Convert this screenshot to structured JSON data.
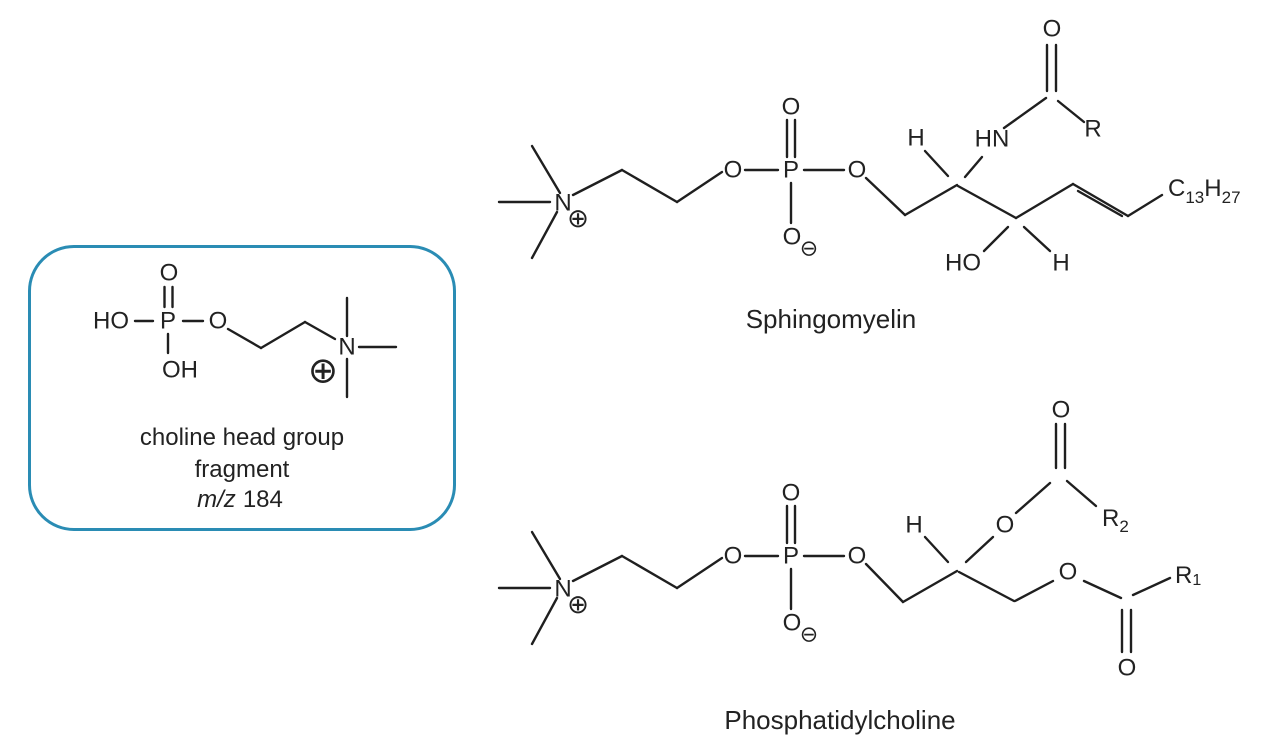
{
  "icons": {
    "positive_charge": "⊕",
    "negative_charge": "⊖"
  },
  "fragment_box": {
    "atoms": {
      "o_double": "O",
      "ho": "HO",
      "p": "P",
      "o_bridge": "O",
      "oh": "OH",
      "n": "N"
    },
    "caption_line1": "choline head group",
    "caption_line2": "fragment",
    "mz_italic": "m/z",
    "mz_value": "184"
  },
  "sphingomyelin": {
    "title": "Sphingomyelin",
    "atoms": {
      "n": "N",
      "o_bridge_left": "O",
      "p": "P",
      "o_double": "O",
      "o_minus": "O",
      "o_bridge_right": "O",
      "h_c2": "H",
      "hn": "HN",
      "o_amide": "O",
      "r": "R",
      "ho": "HO",
      "h_c3": "H",
      "chain_c": "C",
      "chain_c_sub": "13",
      "chain_h": "H",
      "chain_h_sub": "27"
    }
  },
  "phosphatidylcholine": {
    "title": "Phosphatidylcholine",
    "atoms": {
      "n": "N",
      "o_bridge_left": "O",
      "p": "P",
      "o_double": "O",
      "o_minus": "O",
      "o_bridge_right": "O",
      "h_c2": "H",
      "o_ester_sn2": "O",
      "o_carbonyl_sn2": "O",
      "r2": "R",
      "r2_sub": "2",
      "o_ester_sn1": "O",
      "o_carbonyl_sn1": "O",
      "r1": "R",
      "r1_sub": "1"
    }
  }
}
